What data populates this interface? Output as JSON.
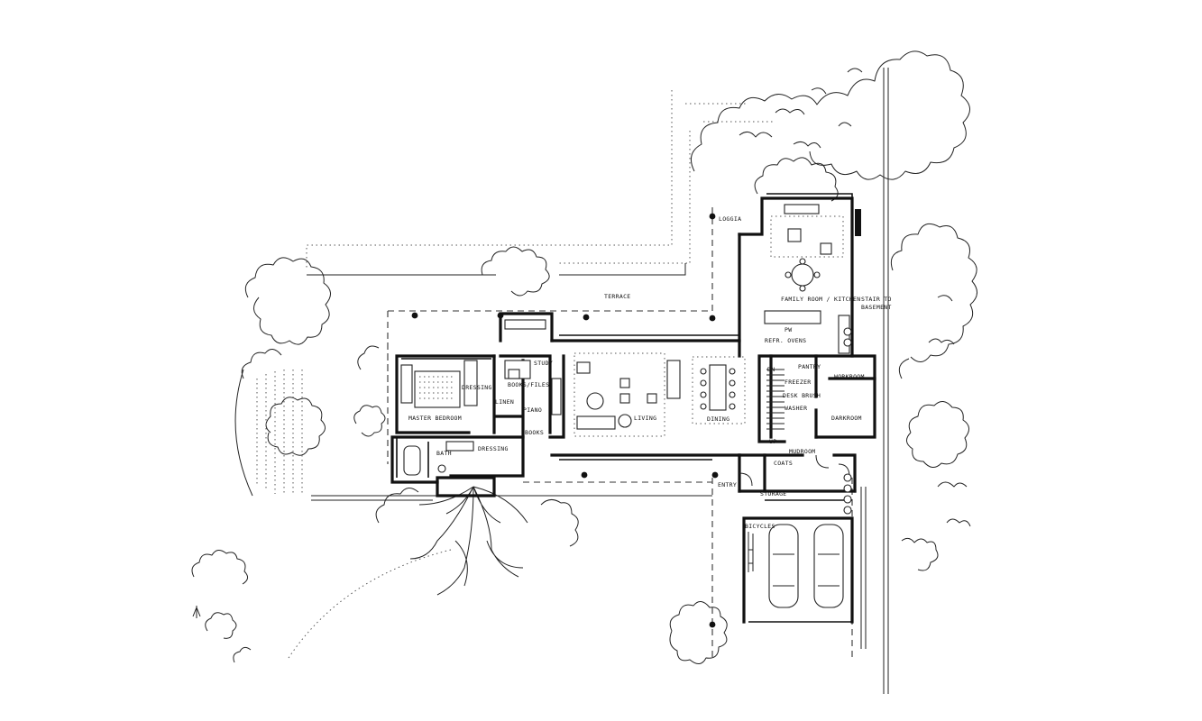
{
  "labels": {
    "loggia": "LOGGIA",
    "terrace": "TERRACE",
    "family_room_kitchen": "FAMILY ROOM / KITCHEN",
    "stair_to_basement_1": "STAIR TO",
    "stair_to_basement_2": "BASEMENT",
    "pw": "PW",
    "refr_ovens": "REFR.  OVENS",
    "pantry": "PANTRY",
    "workroom": "WORKROOM",
    "dn": "DN",
    "freezer": "FREEZER",
    "desk_brush": "DESK  BRUSH",
    "washer": "WASHER",
    "darkroom": "DARKROOM",
    "study": "STUDY",
    "books_files": "BOOKS/FILES",
    "dressing_top": "DRESSING",
    "linen": "LINEN",
    "piano": "PIANO",
    "master_bedroom": "MASTER BEDROOM",
    "living": "LIVING",
    "dining": "DINING",
    "books": "BOOKS",
    "bath": "BATH",
    "dressing_bottom": "DRESSING",
    "up": "UP",
    "mudroom": "MUDROOM",
    "coats": "COATS",
    "entry": "ENTRY",
    "storage": "STORAGE",
    "bicycles": "BICYCLES"
  }
}
